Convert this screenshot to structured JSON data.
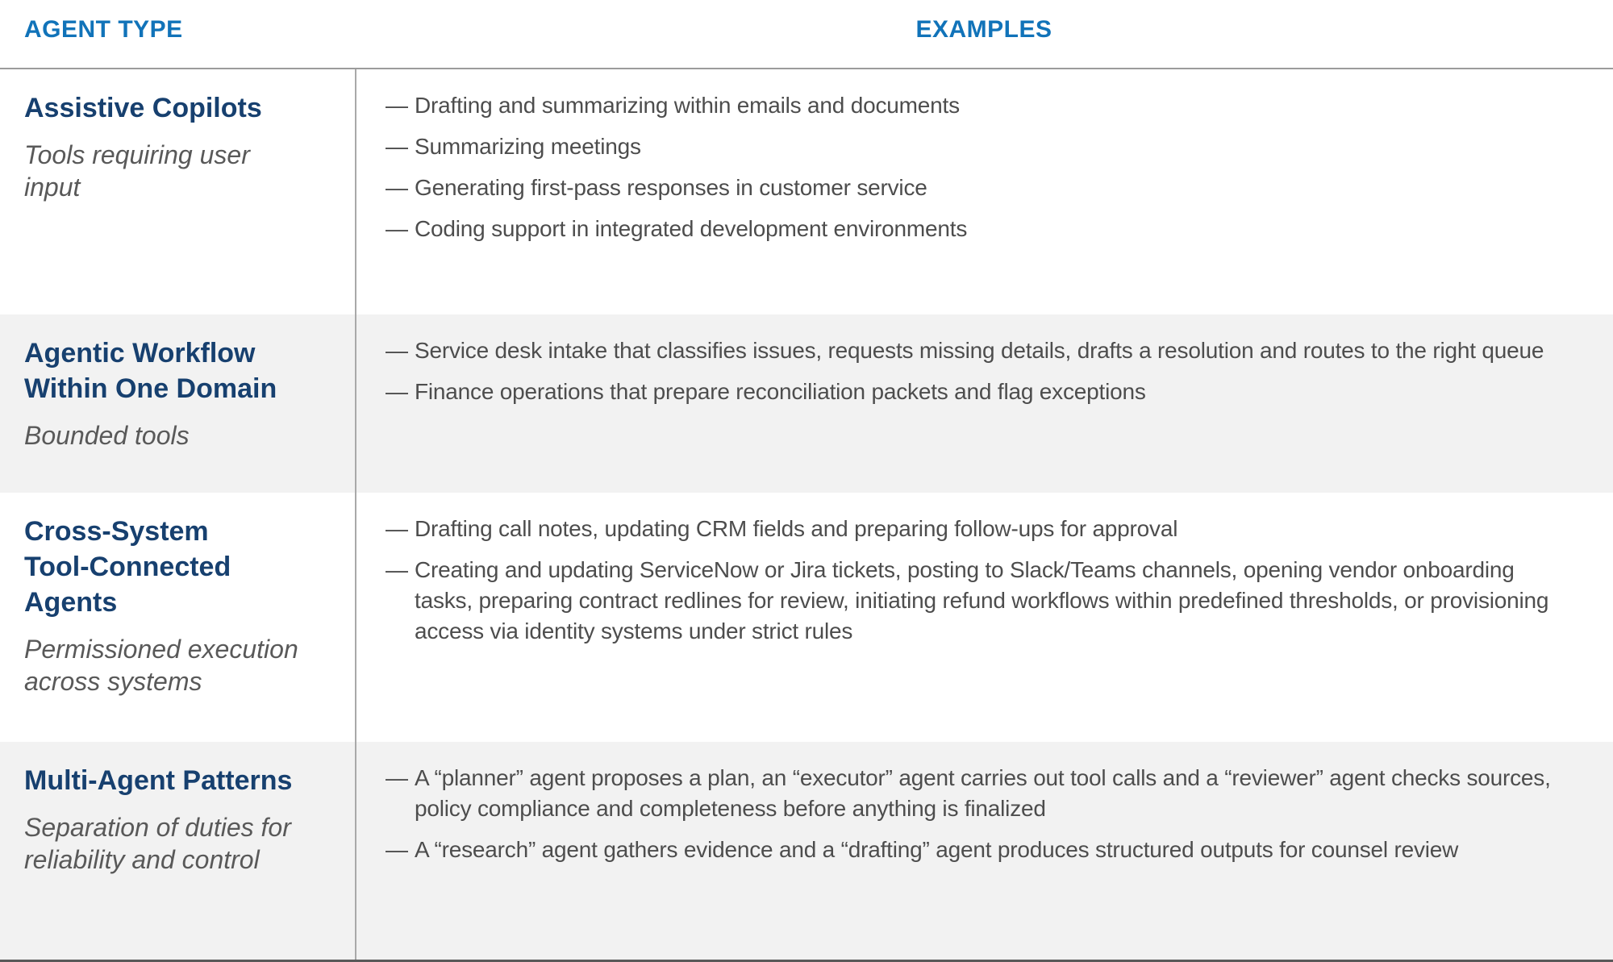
{
  "figure": {
    "bullet": "—",
    "columns": {
      "agent_type_label": "AGENT TYPE",
      "examples_label": "EXAMPLES"
    },
    "rows": [
      {
        "title": "Assistive Copilots",
        "subtitle": "Tools requiring user\ninput",
        "examples": [
          "Drafting and summarizing within emails and documents",
          "Summarizing meetings",
          "Generating first-pass responses in customer service",
          "Coding support in integrated development environments"
        ]
      },
      {
        "title": "Agentic Workflow\nWithin One Domain",
        "subtitle": "Bounded tools",
        "examples": [
          "Service desk intake that classifies issues, requests missing details, drafts a resolution and routes to the right queue",
          "Finance operations that prepare reconciliation packets and flag exceptions"
        ]
      },
      {
        "title": "Cross-System\nTool-Connected\nAgents",
        "subtitle": "Permissioned execution\nacross systems",
        "examples": [
          "Drafting call notes, updating CRM fields and preparing follow-ups for approval",
          "Creating and updating ServiceNow or Jira tickets, posting to Slack/Teams channels, opening vendor onboarding tasks, preparing contract redlines for review, initiating refund workflows within predefined thresholds, or provisioning access via identity systems under strict rules"
        ]
      },
      {
        "title": "Multi-Agent Patterns",
        "subtitle": "Separation of duties for\nreliability and control",
        "examples": [
          "A “planner” agent proposes a plan, an “executor” agent carries out tool calls and a “reviewer” agent checks sources, policy compliance and completeness before anything is finalized",
          "A “research” agent gathers evidence and a “drafting” agent produces structured outputs for counsel review"
        ]
      }
    ],
    "colors": {
      "header_blue": "#1173b9",
      "title_navy": "#17406f",
      "subtitle_gray": "#595959",
      "body_gray": "#4d4d4d",
      "shaded_row_bg": "#f2f2f2",
      "divider_gray": "#a9a9a9"
    }
  }
}
